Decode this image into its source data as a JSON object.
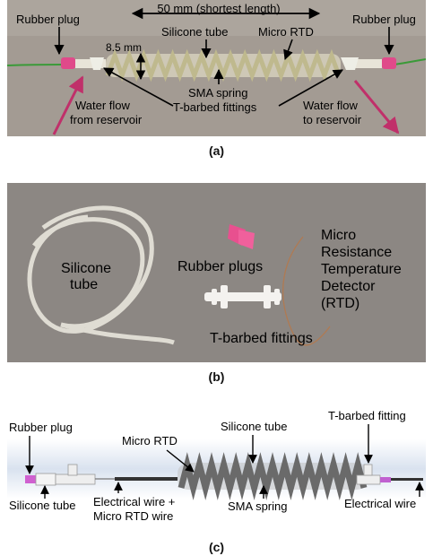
{
  "figure": {
    "panels": [
      {
        "label": "(a)",
        "annotations": {
          "length": "50 mm (shortest length)",
          "rubber_plug_left": "Rubber plug",
          "rubber_plug_right": "Rubber plug",
          "diameter": "8.5 mm",
          "silicone_tube": "Silicone tube",
          "micro_rtd": "Micro RTD",
          "sma_spring": "SMA spring",
          "t_barbed_fittings": "T-barbed fittings",
          "water_in_1": "Water flow",
          "water_in_2": "from reservoir",
          "water_out_1": "Water flow",
          "water_out_2": "to reservoir"
        }
      },
      {
        "label": "(b)",
        "annotations": {
          "silicone_1": "Silicone",
          "silicone_2": "tube",
          "rubber_plugs": "Rubber plugs",
          "t_barbed_fittings": "T-barbed fittings",
          "rtd_1": "Micro",
          "rtd_2": "Resistance",
          "rtd_3": "Temperature",
          "rtd_4": "Detector",
          "rtd_5": "(RTD)"
        }
      },
      {
        "label": "(c)",
        "annotations": {
          "rubber_plug": "Rubber plug",
          "silicone_tube_left": "Silicone tube",
          "micro_rtd": "Micro RTD",
          "silicone_tube_top": "Silicone tube",
          "t_barbed_fitting": "T-barbed fitting",
          "wire_1": "Electrical wire +",
          "wire_2": "Micro RTD wire",
          "sma_spring": "SMA spring",
          "electrical_wire": "Electrical wire"
        }
      }
    ]
  }
}
